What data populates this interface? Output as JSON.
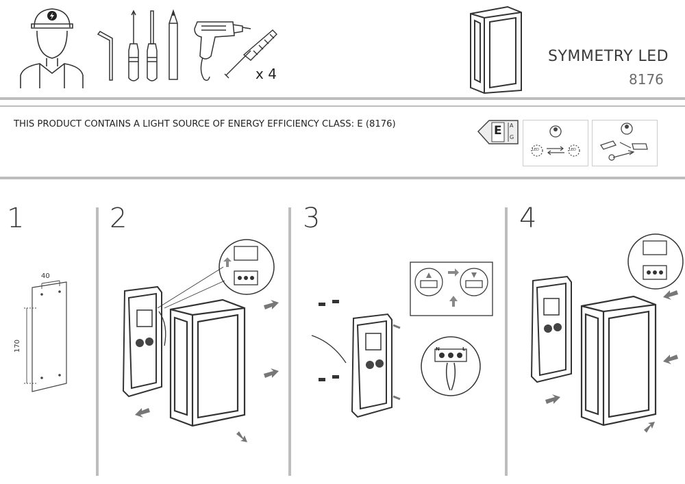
{
  "header": {
    "product_name": "SYMMETRY LED",
    "product_code": "8176",
    "dowel_quantity": "x 4",
    "tool_icons": [
      "electrician-icon",
      "hex-key-icon",
      "phillips-screwdriver-icon",
      "flat-screwdriver-icon",
      "pencil-icon",
      "drill-icon",
      "screw-and-dowel-icon"
    ]
  },
  "energy": {
    "notice": "THIS PRODUCT CONTAINS A LIGHT SOURCE OF ENERGY EFFICIENCY CLASS: E (8176)",
    "class_letter": "E",
    "scale_top": "A",
    "scale_bottom": "G",
    "led_label": "LED"
  },
  "steps": [
    {
      "number": "1",
      "dim_width": "40",
      "dim_height": "170"
    },
    {
      "number": "2"
    },
    {
      "number": "3"
    },
    {
      "number": "4"
    }
  ],
  "terminal": {
    "n": "N",
    "l": "L"
  }
}
